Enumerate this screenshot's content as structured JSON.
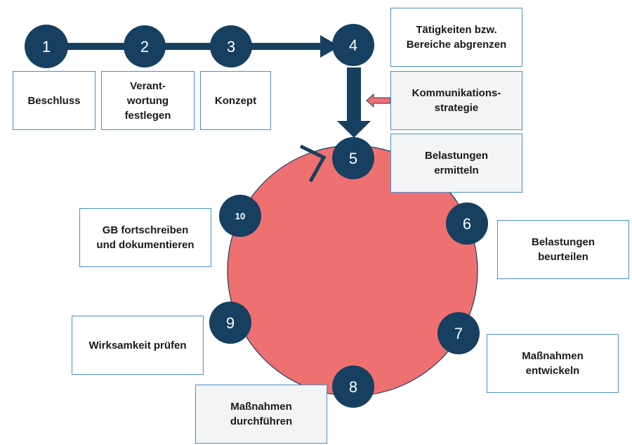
{
  "steps": {
    "s1": {
      "number": "1",
      "label": "Beschluss"
    },
    "s2": {
      "number": "2",
      "label": "Verant-\nwortung\nfestlegen"
    },
    "s3": {
      "number": "3",
      "label": "Konzept"
    },
    "s4": {
      "number": "4",
      "label": "Tätigkeiten bzw.\nBereiche abgrenzen"
    },
    "s5": {
      "number": "5",
      "label": "Belastungen\nermitteln"
    },
    "s6": {
      "number": "6",
      "label": "Belastungen\nbeurteilen"
    },
    "s7": {
      "number": "7",
      "label": "Maßnahmen\nentwickeln"
    },
    "s8": {
      "number": "8",
      "label": "Maßnahmen\ndurchführen"
    },
    "s9": {
      "number": "9",
      "label": "Wirksamkeit prüfen"
    },
    "s10": {
      "number": "10",
      "label": "GB fortschreiben\nund dokumentieren"
    }
  },
  "side_input": {
    "label": "Kommunikations-\nstrategie"
  },
  "colors": {
    "node_fill": "#173f5f",
    "arrow": "#173f5f",
    "cycle_fill": "#ef7070",
    "box_border": "#4a90c8",
    "side_arrow_fill": "#ef7070"
  }
}
